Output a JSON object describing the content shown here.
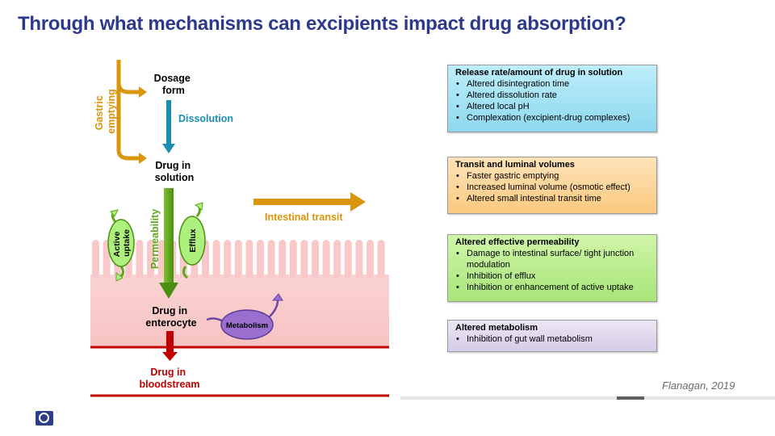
{
  "title": "Through what mechanisms can excipients impact drug absorption?",
  "diagram": {
    "dosage_form": [
      "Dosage",
      "form"
    ],
    "dissolution": "Dissolution",
    "gastric_emptying": [
      "Gastric",
      "emptying"
    ],
    "drug_in_solution": [
      "Drug in",
      "solution"
    ],
    "intestinal_transit": "Intestinal transit",
    "active_uptake": [
      "Active",
      "uptake"
    ],
    "permeability": "Permeability",
    "efflux": "Efflux",
    "drug_in_enterocyte": [
      "Drug in",
      "enterocyte"
    ],
    "metabolism": "Metabolism",
    "drug_in_bloodstream": [
      "Drug in",
      "bloodstream"
    ]
  },
  "boxes": [
    {
      "heading": "Release rate/amount of drug in solution",
      "items": [
        "Altered disintegration time",
        "Altered dissolution rate",
        "Altered local pH",
        "Complexation (excipient-drug complexes)"
      ]
    },
    {
      "heading": "Transit and luminal volumes",
      "items": [
        "Faster gastric emptying",
        "Increased luminal volume (osmotic effect)",
        "Altered small intestinal transit time"
      ]
    },
    {
      "heading": "Altered effective permeability",
      "items": [
        "Damage to intestinal surface/ tight junction modulation",
        "Inhibition of efflux",
        "Inhibition or enhancement of active uptake"
      ]
    },
    {
      "heading": "Altered metabolism",
      "items": [
        "Inhibition of gut wall metabolism"
      ]
    }
  ],
  "citation": "Flanagan, 2019",
  "colors": {
    "title": "#2d3a8c",
    "box_release": "#a6e3f5",
    "box_transit": "#fcd69a",
    "box_permeability": "#b8eb86",
    "box_metabolism": "#ddd6ec",
    "gastric_orange": "#d9950b",
    "dissolution_blue": "#1a8fb0",
    "permeability_green": "#5ea71b",
    "blood_red": "#c00000",
    "transporter_green": "#aef07d",
    "metabolism_purple": "#9b6fd0",
    "tissue_pink": "#f9c9c9"
  }
}
